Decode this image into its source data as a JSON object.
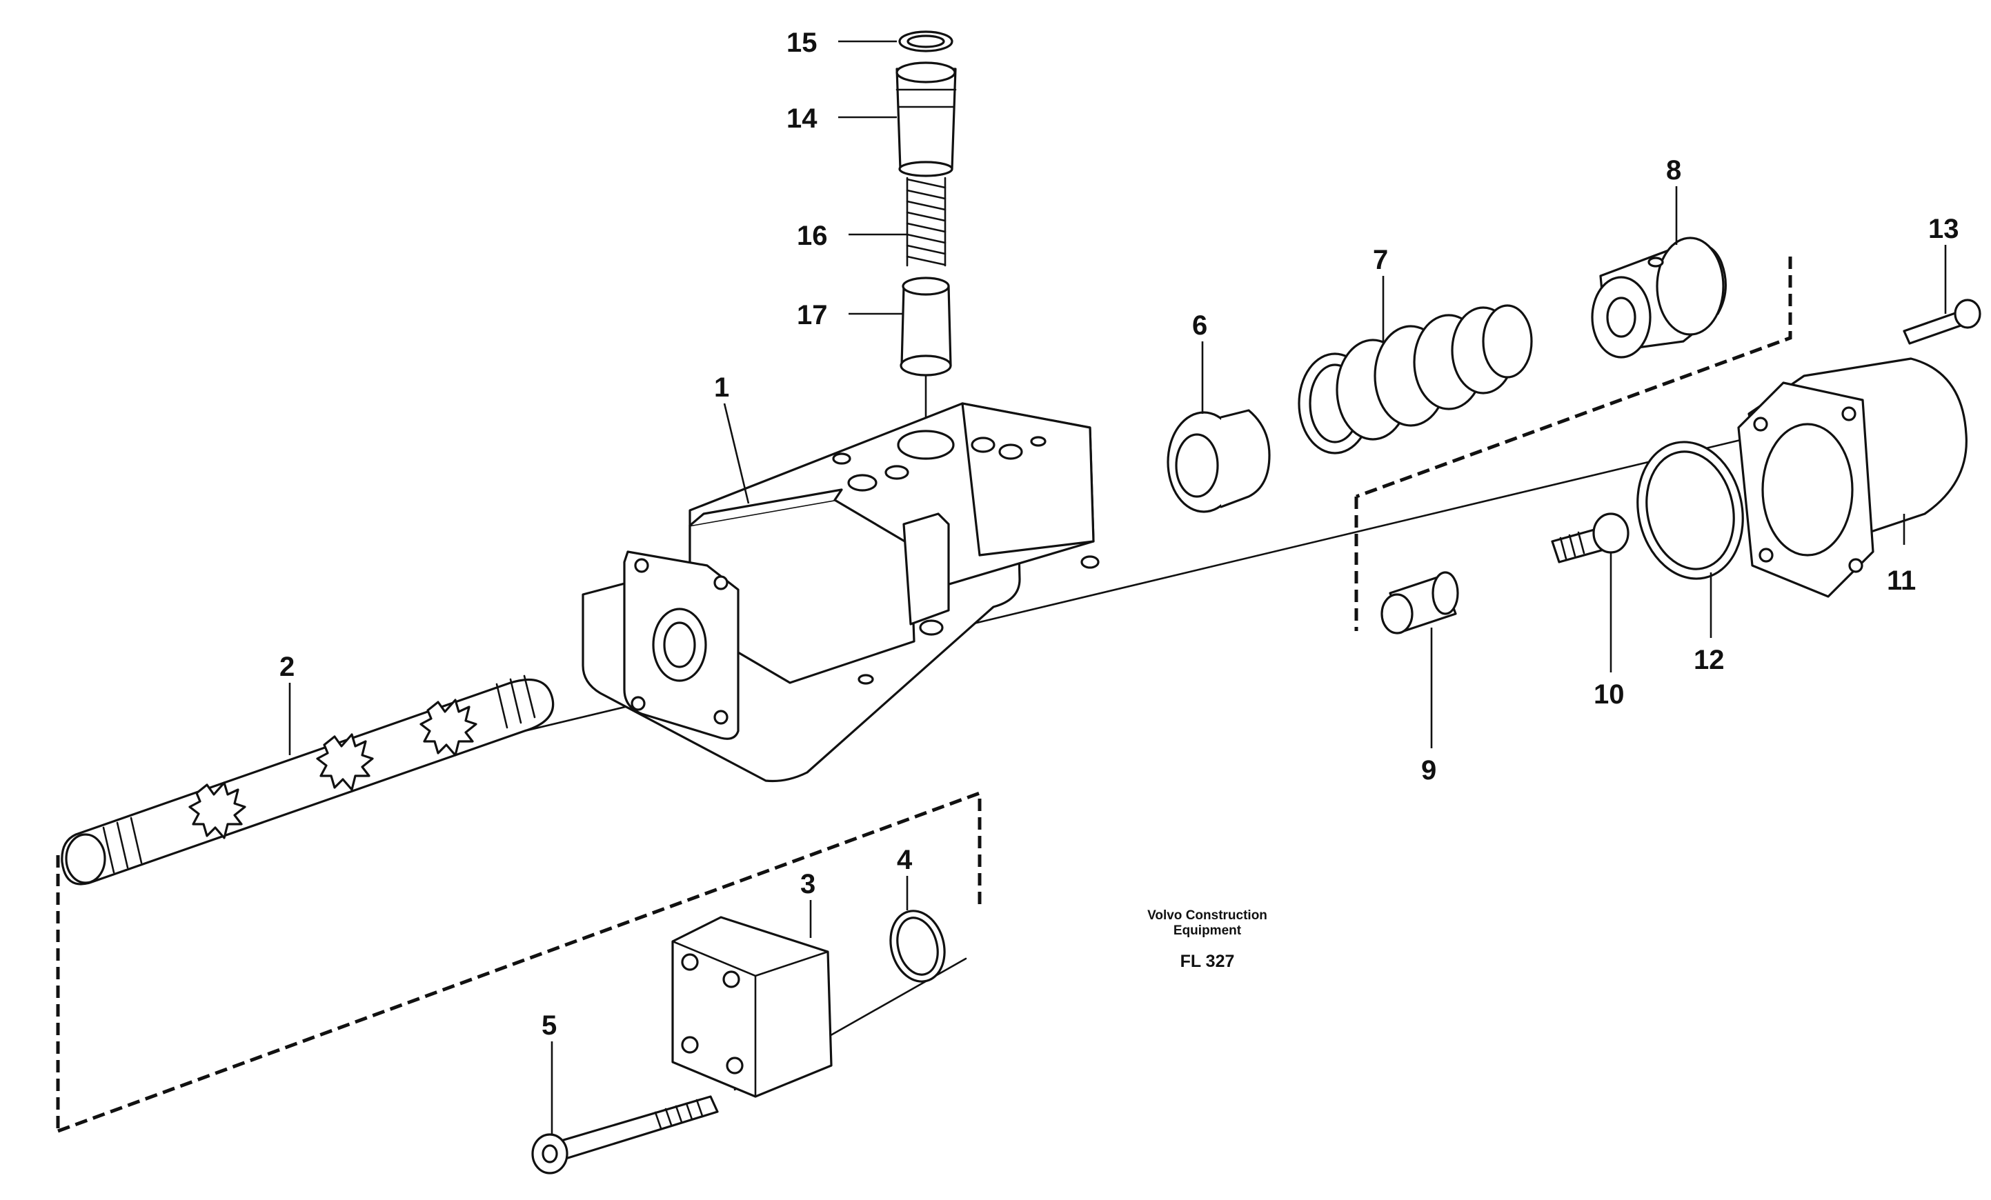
{
  "parts": [
    {
      "id": "p1",
      "number": "1"
    },
    {
      "id": "p2",
      "number": "2"
    },
    {
      "id": "p3",
      "number": "3"
    },
    {
      "id": "p4",
      "number": "4"
    },
    {
      "id": "p5",
      "number": "5"
    },
    {
      "id": "p6",
      "number": "6"
    },
    {
      "id": "p7",
      "number": "7"
    },
    {
      "id": "p8",
      "number": "8"
    },
    {
      "id": "p9",
      "number": "9"
    },
    {
      "id": "p10",
      "number": "10"
    },
    {
      "id": "p11",
      "number": "11"
    },
    {
      "id": "p12",
      "number": "12"
    },
    {
      "id": "p13",
      "number": "13"
    },
    {
      "id": "p14",
      "number": "14"
    },
    {
      "id": "p15",
      "number": "15"
    },
    {
      "id": "p16",
      "number": "16"
    },
    {
      "id": "p17",
      "number": "17"
    }
  ],
  "caption": {
    "line1": "Volvo Construction",
    "line2": "Equipment",
    "code": "FL 327"
  }
}
